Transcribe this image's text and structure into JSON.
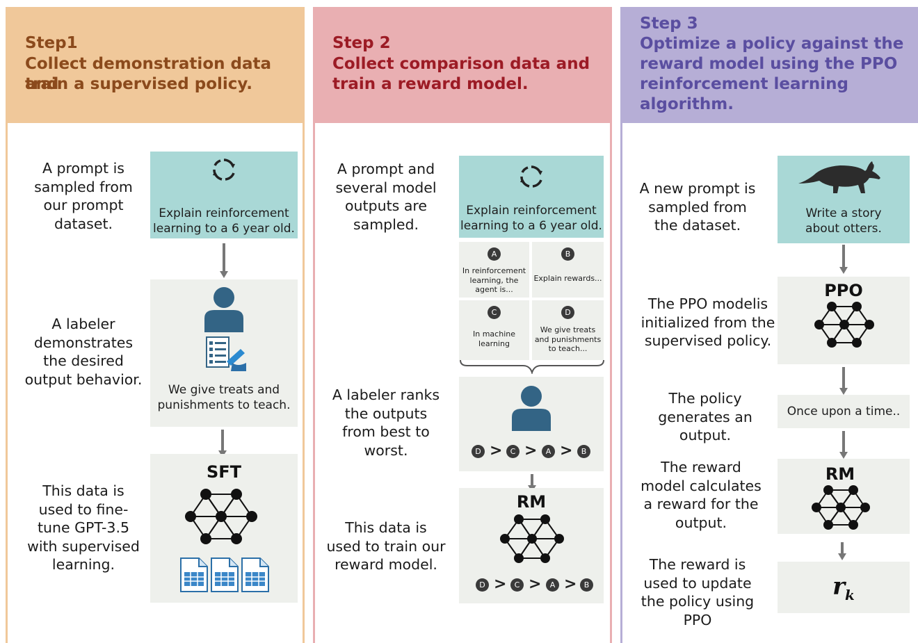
{
  "colors": {
    "step1_header": "#f0c89a",
    "step1_text": "#8b4a1c",
    "step1_line": "#f0c89a",
    "step2_header": "#e9afb2",
    "step2_text": "#9c1b25",
    "step2_line": "#e9afb2",
    "step3_header": "#b6aed6",
    "step3_text": "#5a4ea0",
    "step3_line": "#b6aed6",
    "prompt_box": "#a9d8d6",
    "panel_box": "#eef0ec",
    "person": "#336485"
  },
  "step1": {
    "header_lines": [
      "Step1",
      "Collect demonstration data and",
      "train a supervised policy."
    ],
    "desc1": [
      "A prompt is",
      "sampled from",
      "our prompt",
      "dataset."
    ],
    "prompt_icon": "refresh-icon",
    "prompt_text": [
      "Explain reinforcement",
      "learning to a 6 year old."
    ],
    "desc2": [
      "A labeler",
      "demonstrates",
      "the desired",
      "output behavior."
    ],
    "labeler_icon": "person-icon",
    "form_icon": "form-pen-icon",
    "demo_text": [
      "We give treats and",
      "punishments to teach."
    ],
    "desc3": [
      "This data is",
      "used to fine-",
      "tune GPT-3.5",
      "with supervised",
      "learning."
    ],
    "model_name": "SFT",
    "data_icon": "spreadsheet-icon"
  },
  "step2": {
    "header_lines": [
      "Step 2",
      "Collect comparison data and",
      "train a reward model."
    ],
    "desc1": [
      "A prompt and",
      "several model",
      "outputs are",
      "sampled."
    ],
    "prompt_text": [
      "Explain reinforcement",
      "learning to a 6 year old."
    ],
    "outputs": [
      {
        "letter": "A",
        "lines": [
          "In reinforcement",
          "learning, the",
          "agent is..."
        ]
      },
      {
        "letter": "B",
        "lines": [
          "Explain rewards..."
        ]
      },
      {
        "letter": "C",
        "lines": [
          "In machine",
          "learning"
        ]
      },
      {
        "letter": "D",
        "lines": [
          "We give treats",
          "and punishments",
          "to teach..."
        ]
      }
    ],
    "desc2": [
      "A labeler ranks",
      "the outputs",
      "from best to",
      "worst."
    ],
    "ranking": [
      "D",
      "C",
      "A",
      "B"
    ],
    "ranking_symbol": ">",
    "desc3": [
      "This data is",
      "used to train our",
      "reward model."
    ],
    "model_name": "RM"
  },
  "step3": {
    "header_lines": [
      "Step 3",
      "Optimize a policy against the",
      "reward model using the PPO",
      "reinforcement learning",
      "algorithm."
    ],
    "desc1": [
      "A new prompt is",
      "sampled from",
      "the dataset."
    ],
    "prompt_icon": "aardvark-icon",
    "prompt_text": [
      "Write a story",
      "about otters."
    ],
    "desc2": [
      "The PPO modelis",
      "initialized from the",
      "supervised policy."
    ],
    "ppo_name": "PPO",
    "desc3": [
      "The policy",
      "generates an",
      "output."
    ],
    "output_text": "Once upon a time..",
    "desc4": [
      "The reward",
      "model calculates",
      "a reward for the",
      "output."
    ],
    "rm_name": "RM",
    "desc5": [
      "The reward is",
      "used to update",
      "the policy using",
      "PPO"
    ],
    "reward_symbol": "r",
    "reward_subscript": "k"
  }
}
